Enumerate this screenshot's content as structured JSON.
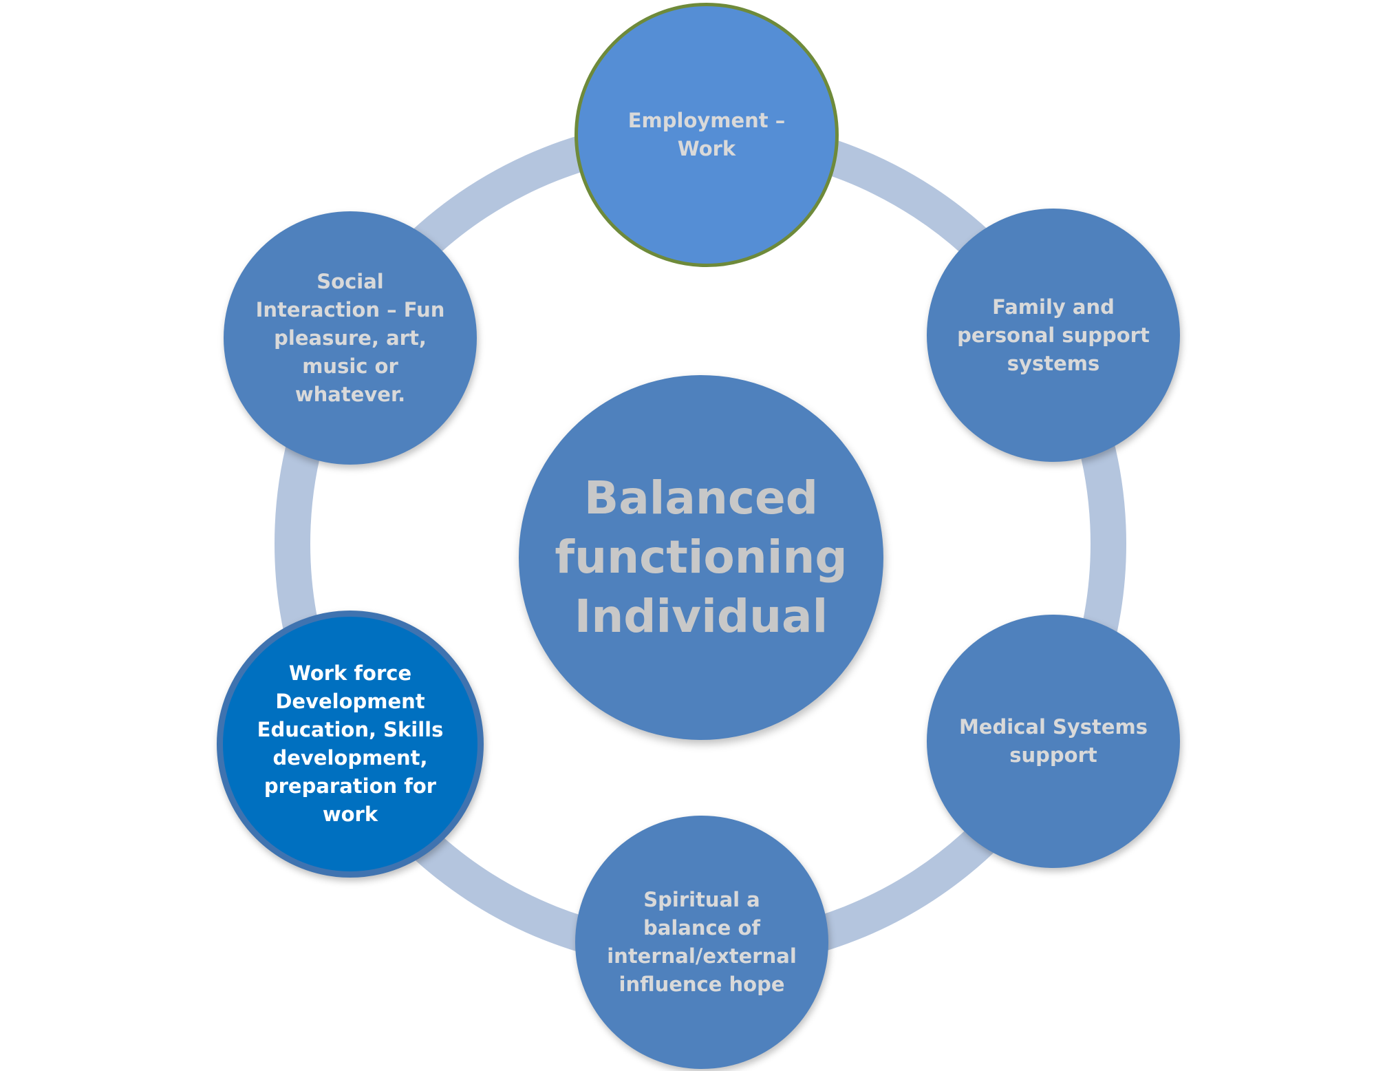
{
  "diagram": {
    "center_label": "Balanced\nfunctioning\nIndividual",
    "nodes": {
      "employment": "Employment –\nWork",
      "family": "Family and\npersonal support\nsystems",
      "medical": "Medical Systems\nsupport",
      "spiritual": "Spiritual a\nbalance of\ninternal/external\ninfluence hope",
      "workforce": "Work force\nDevelopment\nEducation, Skills\ndevelopment,\npreparation for\nwork",
      "social": "Social\nInteraction – Fun\npleasure, art,\nmusic or\nwhatever."
    }
  },
  "colors": {
    "ring": "#b4c5de",
    "node_fill": "#4f81bd",
    "top_node_fill": "#558ed5",
    "top_node_border": "#6e8a3a",
    "highlight_node_fill": "#0070c0",
    "node_text": "#d9d9d9",
    "highlight_text": "#ffffff"
  }
}
